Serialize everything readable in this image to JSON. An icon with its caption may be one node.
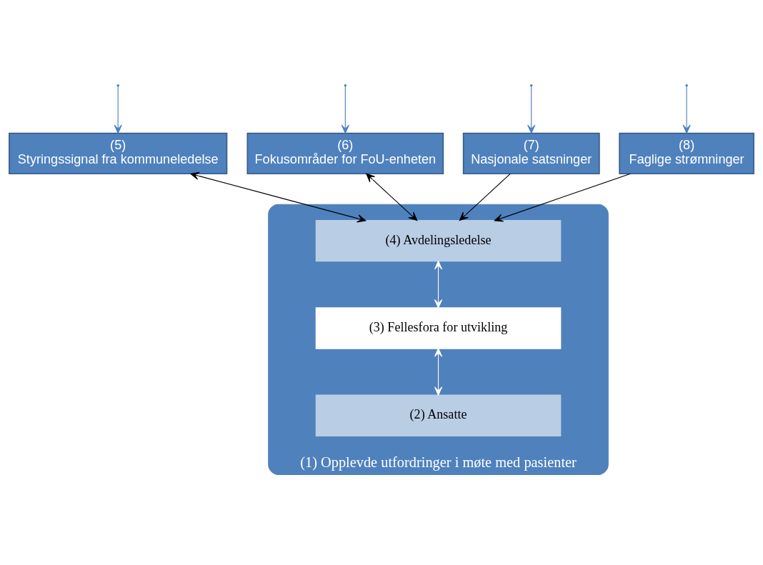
{
  "diagram": {
    "nodes": [
      {
        "text": [
          "(5)",
          "Styringssignal fra kommuneledelse"
        ]
      },
      {
        "text": [
          "(6)",
          "Fokusområder for FoU-enheten"
        ]
      },
      {
        "text": [
          "(7)",
          "Nasjonale satsninger"
        ]
      },
      {
        "text": [
          "(8)",
          "Faglige strømninger"
        ]
      },
      {
        "text": [
          "(1) Opplevde utfordringer i møte med pasienter"
        ]
      },
      {
        "text": [
          "(4) Avdelingsledelse"
        ],
        "in": 4
      },
      {
        "text": [
          "(3) Fellesfora for utvikling"
        ],
        "in": 4
      },
      {
        "text": [
          "(2) Ansatte"
        ],
        "in": 4
      }
    ],
    "edges": [
      {
        "from": null,
        "to": 0,
        "arrow": "to",
        "color": "#4f81bd"
      },
      {
        "from": null,
        "to": 1,
        "arrow": "to",
        "color": "#4f81bd"
      },
      {
        "from": null,
        "to": 2,
        "arrow": "to",
        "color": "#4f81bd"
      },
      {
        "from": null,
        "to": 3,
        "arrow": "to",
        "color": "#4f81bd"
      },
      {
        "from": 0,
        "to": 5,
        "arrow": "both",
        "color": "#000000"
      },
      {
        "from": 1,
        "to": 5,
        "arrow": "both",
        "color": "#000000"
      },
      {
        "from": 2,
        "to": 5,
        "arrow": "to",
        "color": "#000000"
      },
      {
        "from": 3,
        "to": 5,
        "arrow": "to",
        "color": "#000000"
      },
      {
        "from": 5,
        "to": 6,
        "arrow": "both",
        "color": "#ffffff"
      },
      {
        "from": 6,
        "to": 7,
        "arrow": "both",
        "color": "#ffffff"
      }
    ]
  }
}
